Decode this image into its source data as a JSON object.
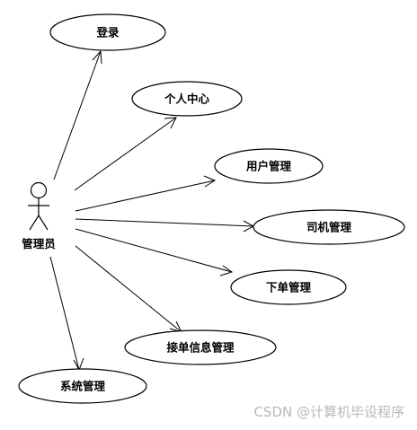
{
  "diagram": {
    "actor": {
      "name": "管理员"
    },
    "use_cases": [
      {
        "id": "login",
        "label": "登录"
      },
      {
        "id": "profile",
        "label": "个人中心"
      },
      {
        "id": "user-management",
        "label": "用户管理"
      },
      {
        "id": "driver-management",
        "label": "司机管理"
      },
      {
        "id": "order-management",
        "label": "下单管理"
      },
      {
        "id": "pickup-info-management",
        "label": "接单信息管理"
      },
      {
        "id": "system-management",
        "label": "系统管理"
      }
    ],
    "associations": [
      {
        "from": "actor",
        "to": "login"
      },
      {
        "from": "actor",
        "to": "profile"
      },
      {
        "from": "actor",
        "to": "user-management"
      },
      {
        "from": "actor",
        "to": "driver-management"
      },
      {
        "from": "actor",
        "to": "order-management"
      },
      {
        "from": "actor",
        "to": "pickup-info-management"
      },
      {
        "from": "actor",
        "to": "system-management"
      }
    ]
  },
  "watermark": {
    "text": "CSDN @计算机毕设程序"
  }
}
